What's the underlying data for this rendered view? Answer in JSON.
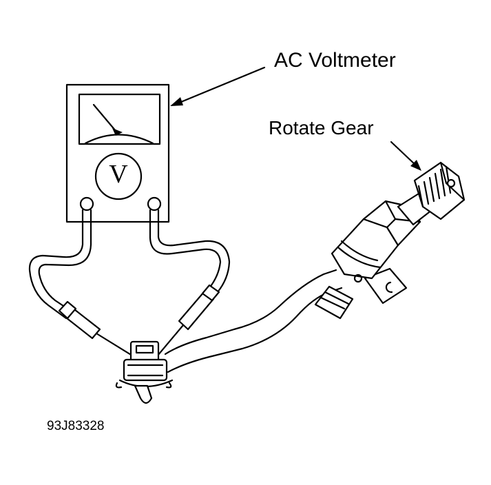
{
  "labels": {
    "meter": "AC Voltmeter",
    "gear": "Rotate Gear",
    "figure_id": "93J83328"
  },
  "meter_face": {
    "symbol": "V"
  }
}
